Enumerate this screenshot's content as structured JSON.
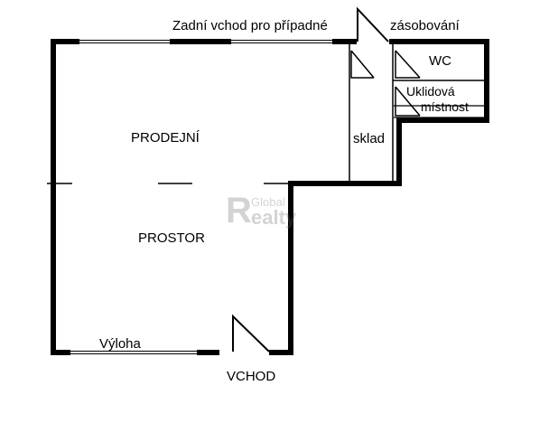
{
  "labels": {
    "rear_entrance": "Zadní vchod pro případné",
    "supply": "zásobování",
    "wc": "WC",
    "cleaning_room_line1": "Uklidová",
    "cleaning_room_line2": "místnost",
    "storage": "sklad",
    "sales_line1": "PRODEJNÍ",
    "sales_line2": "PROSTOR",
    "shop_window": "Výloha",
    "entrance": "VCHOD"
  },
  "watermark": {
    "letter": "R",
    "word1": "Global",
    "word2": "ealty"
  },
  "colors": {
    "wall": "#000000",
    "background": "#ffffff",
    "watermark": "#666666"
  }
}
